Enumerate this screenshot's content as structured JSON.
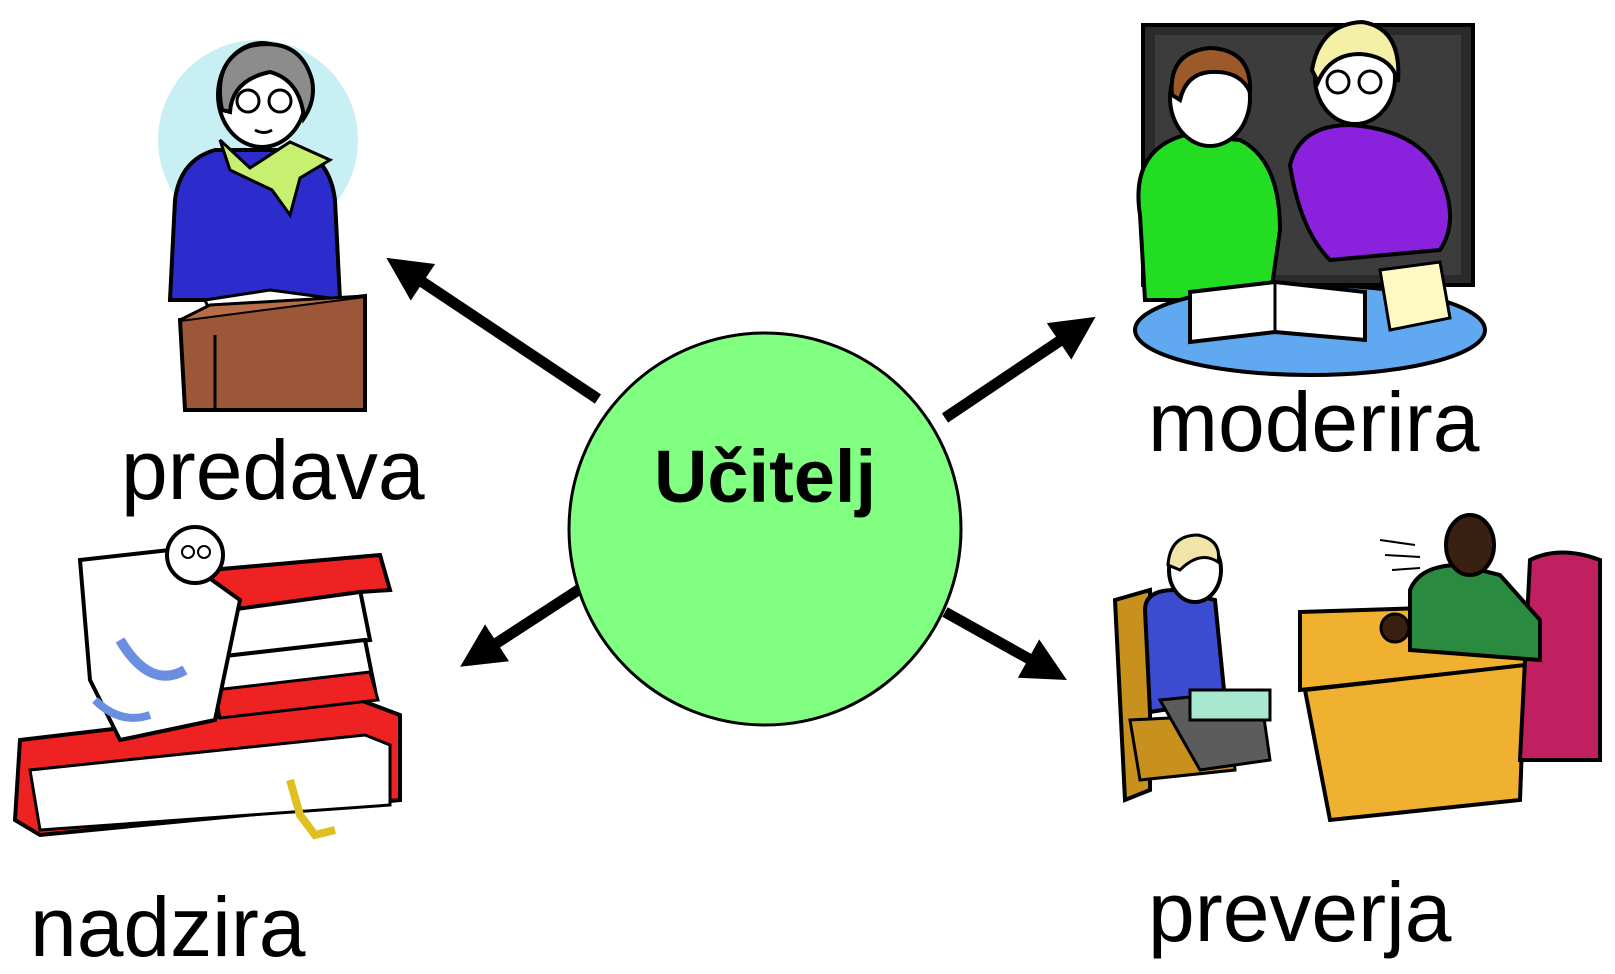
{
  "center": {
    "label": "Učitelj",
    "fill": "#80FF80"
  },
  "roles": [
    {
      "id": "predava",
      "label": "predava",
      "illustration": "teacher-at-lectern"
    },
    {
      "id": "moderira",
      "label": "moderira",
      "illustration": "two-people-reading-at-table"
    },
    {
      "id": "nadzira",
      "label": "nadzira",
      "illustration": "man-lounging-on-books"
    },
    {
      "id": "preverja",
      "label": "preverja",
      "illustration": "interview-at-desk"
    }
  ],
  "colors": {
    "arrow": "#000000",
    "text": "#000000"
  }
}
